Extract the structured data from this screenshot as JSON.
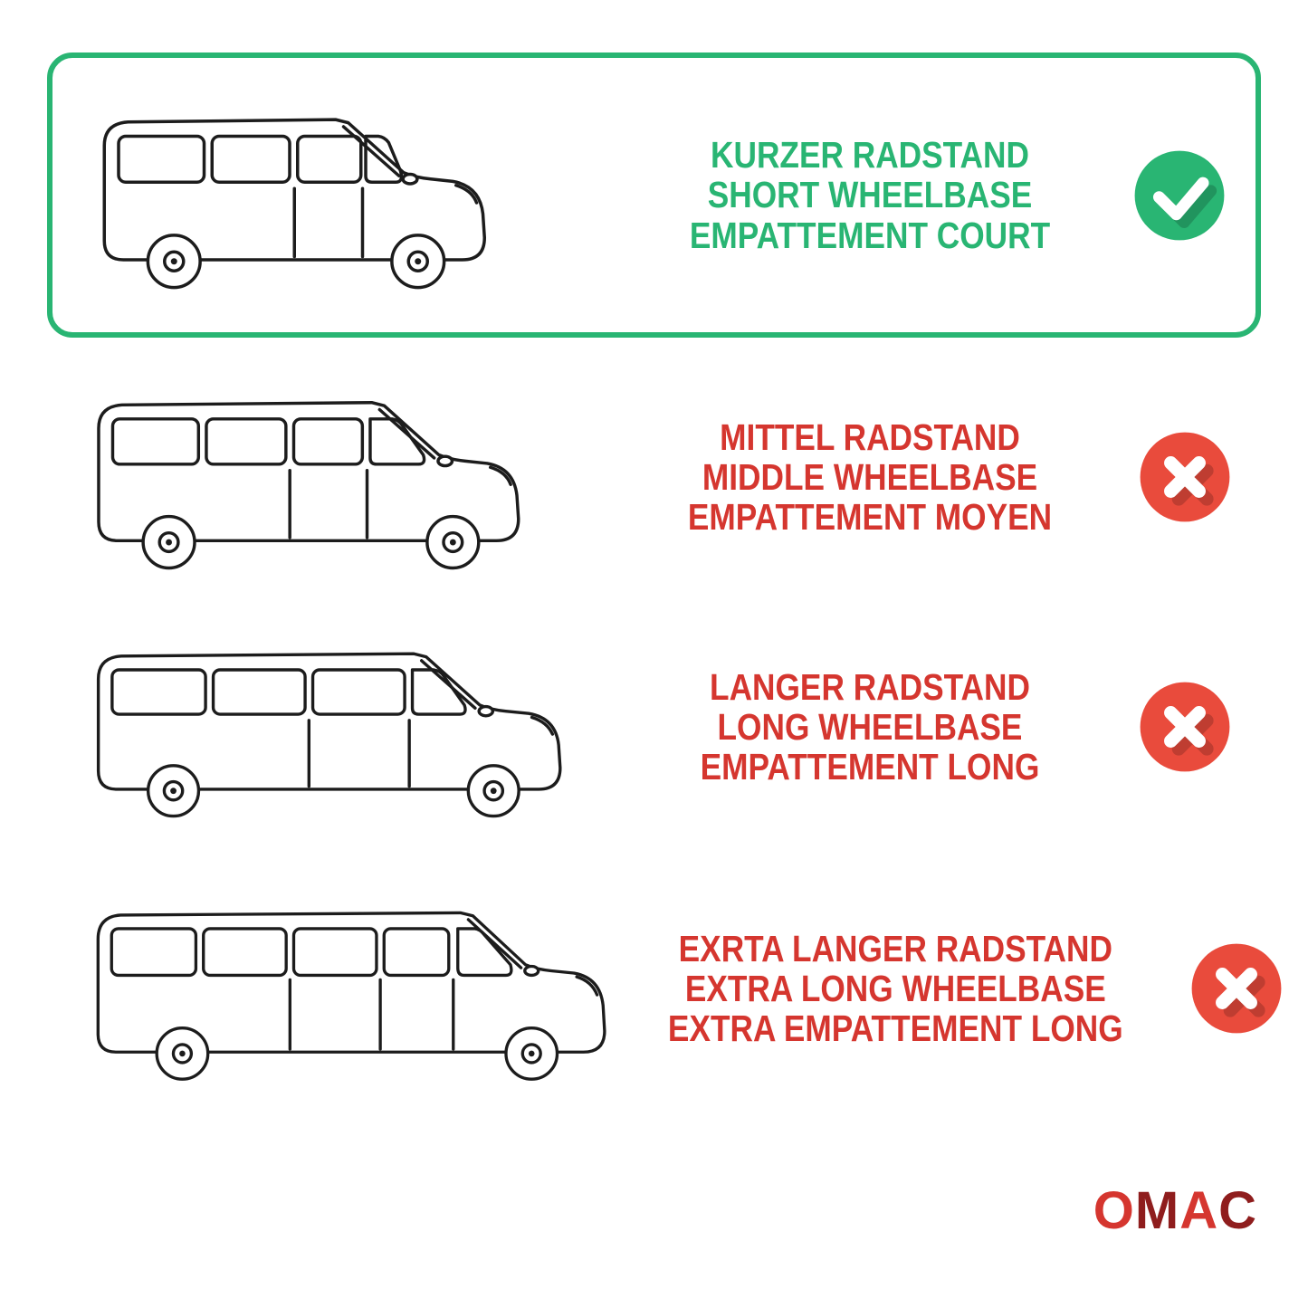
{
  "theme": {
    "green": "#29b573",
    "red": "#d5362f",
    "red-icon": "#e94b3c",
    "maroon": "#8f1d1d",
    "ink": "#1c1c1c"
  },
  "options": [
    {
      "id": "short-wheelbase",
      "selected": true,
      "icon": "check-circle-icon",
      "lines": [
        "KURZER RADSTAND",
        "SHORT WHEELBASE",
        "EMPATTEMENT COURT"
      ]
    },
    {
      "id": "middle-wheelbase",
      "selected": false,
      "icon": "cross-circle-icon",
      "lines": [
        "MITTEL RADSTAND",
        "MIDDLE WHEELBASE",
        "EMPATTEMENT MOYEN"
      ]
    },
    {
      "id": "long-wheelbase",
      "selected": false,
      "icon": "cross-circle-icon",
      "lines": [
        "LANGER RADSTAND",
        "LONG WHEELBASE",
        "EMPATTEMENT LONG"
      ]
    },
    {
      "id": "extra-long-wheelbase",
      "selected": false,
      "icon": "cross-circle-icon",
      "lines": [
        "EXRTA LANGER RADSTAND",
        "EXTRA LONG WHEELBASE",
        "EXTRA EMPATTEMENT LONG"
      ]
    }
  ],
  "logo": {
    "l1": "O",
    "l2": "M",
    "l3": "A",
    "l4": "C"
  }
}
